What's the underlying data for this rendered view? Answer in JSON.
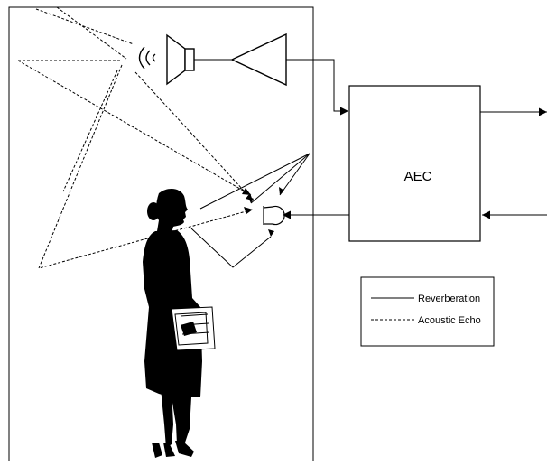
{
  "diagram": {
    "aec_label": "AEC",
    "legend": {
      "solid_label": "Reverberation",
      "dashed_label": "Acoustic Echo"
    },
    "icons": {
      "speaker": "loudspeaker-icon",
      "sound_waves": "sound-waves-icon",
      "amplifier": "amplifier-triangle-icon",
      "microphone": "microphone-icon",
      "person": "person-silhouette-icon"
    },
    "colors": {
      "line": "#000000",
      "background": "#ffffff"
    }
  }
}
